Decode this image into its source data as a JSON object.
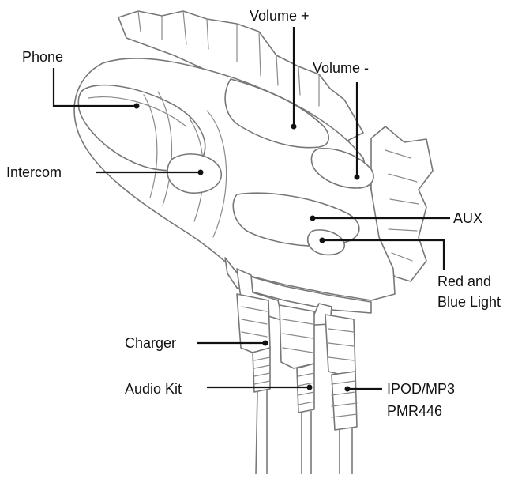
{
  "labels": {
    "phone": "Phone",
    "volume_plus": "Volume +",
    "volume_minus": "Volume -",
    "intercom": "Intercom",
    "aux": "AUX",
    "red_blue_line1": "Red and",
    "red_blue_line2": "Blue Light",
    "charger": "Charger",
    "audio_kit": "Audio Kit",
    "ipod_line1": "IPOD/MP3",
    "ipod_line2": "PMR446"
  }
}
